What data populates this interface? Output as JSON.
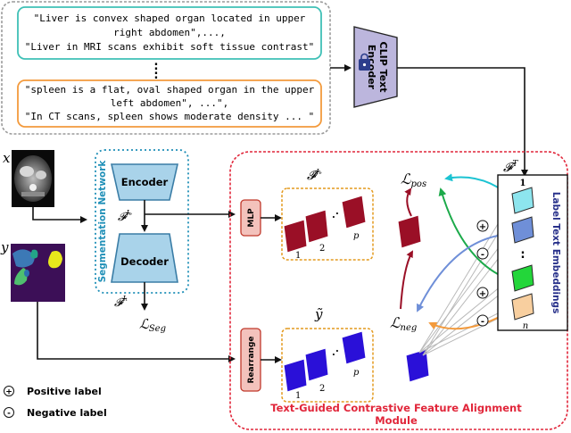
{
  "prompts_top": {
    "line1": "\"Liver is convex shaped organ located in upper",
    "line2": "right abdomen\",...,",
    "line3": "\"Liver in MRI scans exhibit soft tissue contrast\"",
    "dots": ":"
  },
  "prompts_bottom": {
    "line1": "\"spleen is a flat, oval shaped organ in the  upper",
    "line2": "left abdomen\", ...\",",
    "line3": "\"In CT scans, spleen shows moderate density ... \""
  },
  "clip": {
    "line1": "CLIP Text",
    "line2": "Encoder"
  },
  "inputs": {
    "x": "x",
    "y": "y"
  },
  "seg": {
    "network": "Segmentation Network",
    "encoder": "Encoder",
    "decoder": "Decoder",
    "f_i": "𝓕",
    "f_i_sup": "Iₑ",
    "f_t": "𝓕",
    "f_t_sup": "Iₜ",
    "loss_seg": "ℒ",
    "loss_seg_sub": "Seg"
  },
  "module": {
    "mlp": "MLP",
    "rearrange": "Rearrange",
    "f_tilde": "𝓕̃",
    "f_tilde_sup": "Iₑ",
    "y_tilde": "ỹ",
    "n1": "1",
    "n2": "2",
    "np": "p",
    "dots": ".",
    "m1": "1",
    "m2": "2",
    "mp": "p",
    "mdots": ".",
    "loss_pos": "ℒ",
    "loss_pos_sub": "pos",
    "loss_neg": "ℒ",
    "loss_neg_sub": "neg",
    "f_T": "𝓕",
    "f_T_sup": "T",
    "emb_label": "Label Text Embeddings",
    "emb_top_idx": "1",
    "emb_bottom_idx": "n",
    "emb_dots": ":",
    "plus": "+",
    "minus": "-",
    "title1": "Text-Guided Contrastive Feature Alignment",
    "title2": "Module"
  },
  "legend": {
    "plus_sym": "+",
    "minus_sym": "-",
    "positive": "Positive label",
    "negative": "Negative label"
  },
  "colors": {
    "maroon": "#9a0f26",
    "blue": "#2a10d8",
    "encoder_fill": "#a9d3ea",
    "clip_fill": "#bcb6dd",
    "embed_cyan": "#8de5ee",
    "embed_blue": "#6f8fd8",
    "embed_green": "#23d63a",
    "embed_peach": "#f8cf9f",
    "module_red": "#e1263a",
    "arrow_cyan": "#1cc3d2",
    "arrow_green": "#1caa4a",
    "arrow_blue": "#6f8fd8",
    "arrow_orange": "#f39a3c"
  }
}
